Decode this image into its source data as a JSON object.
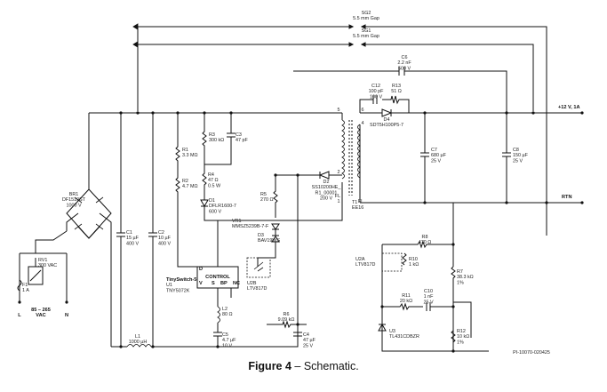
{
  "figure": {
    "number": "Figure 4",
    "title": " – Schematic."
  },
  "doc_id": "PI-10070-020425",
  "labels": {
    "sg2": [
      "SG2",
      "5.5 mm Gap"
    ],
    "sg1": [
      "SG1",
      "5.5 mm Gap"
    ],
    "c6": [
      "C6",
      "2.2 nF",
      "500 V"
    ],
    "c12": [
      "C12",
      "100 pF",
      "100 V"
    ],
    "r13": [
      "R13",
      "51 Ω"
    ],
    "d4": [
      "D4",
      "SDT5H100P5-7"
    ],
    "out_pos": [
      "+12 V, 1A"
    ],
    "rtn": [
      "RTN"
    ],
    "c7": [
      "C7",
      "680 µF",
      "25 V"
    ],
    "c8": [
      "C8",
      "150 µF",
      "25 V"
    ],
    "t1": [
      "T1",
      "EE16"
    ],
    "d2": [
      "D2",
      "SS10200HE_",
      "R1_00001",
      "200 V"
    ],
    "r3": [
      "R3",
      "300 kΩ"
    ],
    "c3": [
      "C3",
      "47 pF"
    ],
    "r1": [
      "R1",
      "3.3 MΩ"
    ],
    "r2": [
      "R2",
      "4.7 MΩ"
    ],
    "r4": [
      "R4",
      "47 Ω",
      "0.5 W"
    ],
    "d1": [
      "D1",
      "DFLR1600-7",
      "600 V"
    ],
    "r5": [
      "R5",
      "270 Ω"
    ],
    "vr1": [
      "VR1",
      "MMSZ5239B-7-F"
    ],
    "d3": [
      "D3",
      "BAV19WS"
    ],
    "br1": [
      "BR1",
      "DF1510ST",
      "1000 V"
    ],
    "rv1": [
      "RV1",
      "300 VAC"
    ],
    "f1": [
      "F1",
      "1 A"
    ],
    "vac": [
      "85 – 265",
      "VAC"
    ],
    "l_term": [
      "L"
    ],
    "n_term": [
      "N"
    ],
    "c1": [
      "C1",
      "15 µF",
      "400 V"
    ],
    "c2": [
      "C2",
      "10 µF",
      "400 V"
    ],
    "l1": [
      "L1",
      "1000 µH"
    ],
    "u1": [
      "TinySwitch-5",
      "U1",
      "TNY5072K"
    ],
    "control": [
      "CONTROL"
    ],
    "pins": [
      "D",
      "V",
      "BP",
      "NC",
      "S"
    ],
    "u2b": [
      "U2B",
      "LTV817D"
    ],
    "l2": [
      "L2",
      "80 Ω"
    ],
    "c5": [
      "C5",
      "4.7 µF",
      "10 V"
    ],
    "r6": [
      "R6",
      "9.09 kΩ"
    ],
    "c4": [
      "C4",
      "47 µF",
      "25 V"
    ],
    "r8": [
      "R8",
      "470 Ω"
    ],
    "u2a": [
      "U2A",
      "LTV817D"
    ],
    "r10": [
      "R10",
      "1 kΩ"
    ],
    "r7": [
      "R7",
      "38.3 kΩ",
      "1%"
    ],
    "r11": [
      "R11",
      "20 kΩ"
    ],
    "c10": [
      "C10",
      "1 nF",
      "25 V"
    ],
    "u3": [
      "U3",
      "TL431CDBZR"
    ],
    "r12": [
      "R12",
      "10 kΩ",
      "1%"
    ],
    "t1_pins": [
      "5",
      "6",
      "4",
      "2",
      "1",
      "FL",
      "FL"
    ]
  }
}
